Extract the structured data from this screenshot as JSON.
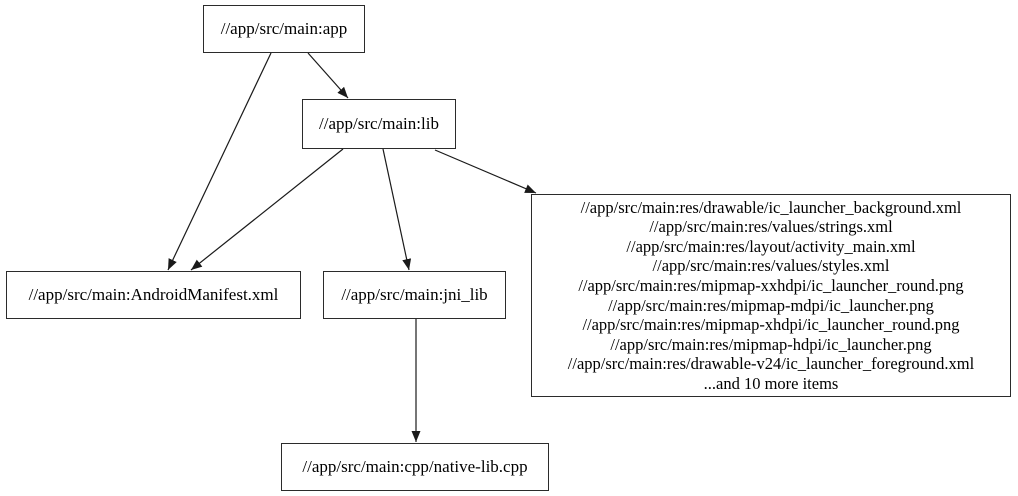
{
  "graph": {
    "nodes": {
      "app": {
        "label": "//app/src/main:app"
      },
      "lib": {
        "label": "//app/src/main:lib"
      },
      "manifest": {
        "label": "//app/src/main:AndroidManifest.xml"
      },
      "jni_lib": {
        "label": "//app/src/main:jni_lib"
      },
      "native_lib": {
        "label": "//app/src/main:cpp/native-lib.cpp"
      },
      "res": {
        "lines": [
          "//app/src/main:res/drawable/ic_launcher_background.xml",
          "//app/src/main:res/values/strings.xml",
          "//app/src/main:res/layout/activity_main.xml",
          "//app/src/main:res/values/styles.xml",
          "//app/src/main:res/mipmap-xxhdpi/ic_launcher_round.png",
          "//app/src/main:res/mipmap-mdpi/ic_launcher.png",
          "//app/src/main:res/mipmap-xhdpi/ic_launcher_round.png",
          "//app/src/main:res/mipmap-hdpi/ic_launcher.png",
          "//app/src/main:res/drawable-v24/ic_launcher_foreground.xml",
          "...and 10 more items"
        ]
      }
    },
    "edges": [
      {
        "from": "//app/src/main:app",
        "to": "//app/src/main:lib"
      },
      {
        "from": "//app/src/main:app",
        "to": "//app/src/main:AndroidManifest.xml"
      },
      {
        "from": "//app/src/main:lib",
        "to": "//app/src/main:AndroidManifest.xml"
      },
      {
        "from": "//app/src/main:lib",
        "to": "//app/src/main:jni_lib"
      },
      {
        "from": "//app/src/main:lib",
        "to": "//app/src/main:res (resource files group)"
      },
      {
        "from": "//app/src/main:jni_lib",
        "to": "//app/src/main:cpp/native-lib.cpp"
      }
    ],
    "colors": {
      "background": "#ffffff",
      "node_border": "#2b2b2b",
      "edge": "#1a1a1a",
      "text": "#000000"
    }
  }
}
